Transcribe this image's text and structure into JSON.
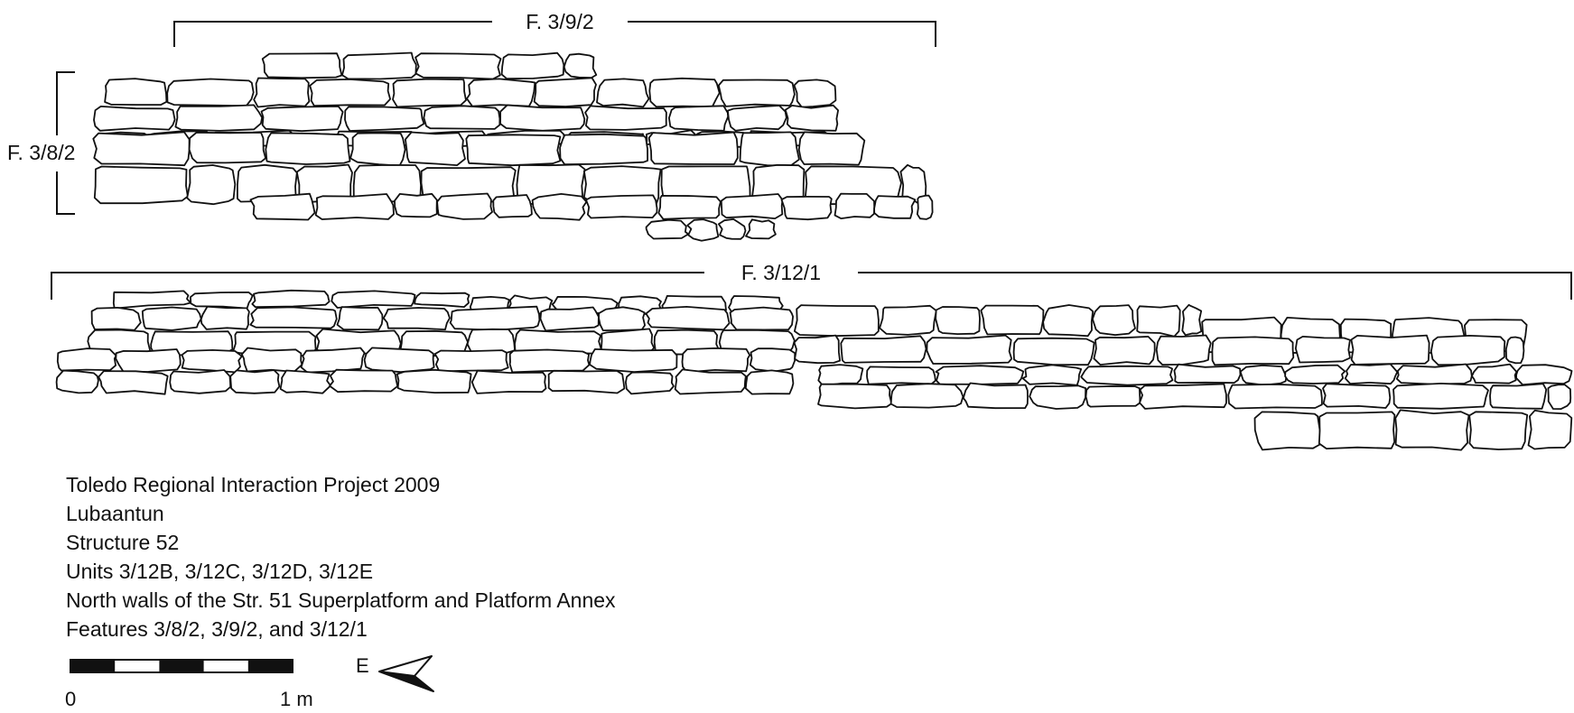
{
  "features": {
    "f392": "F. 3/9/2",
    "f382": "F. 3/8/2",
    "f3121": "F. 3/12/1"
  },
  "caption": {
    "lines": [
      "Toledo Regional Interaction Project 2009",
      "Lubaantun",
      "Structure 52",
      "Units 3/12B, 3/12C, 3/12D, 3/12E",
      "North walls of the Str. 51 Superplatform and Platform Annex",
      "Features 3/8/2, 3/9/2, and 3/12/1"
    ]
  },
  "scale_bar": {
    "start_label": "0",
    "end_label": "1 m",
    "segments": 5
  },
  "north_arrow": {
    "label": "E"
  },
  "colors": {
    "ink": "#111111",
    "paper": "#ffffff"
  }
}
